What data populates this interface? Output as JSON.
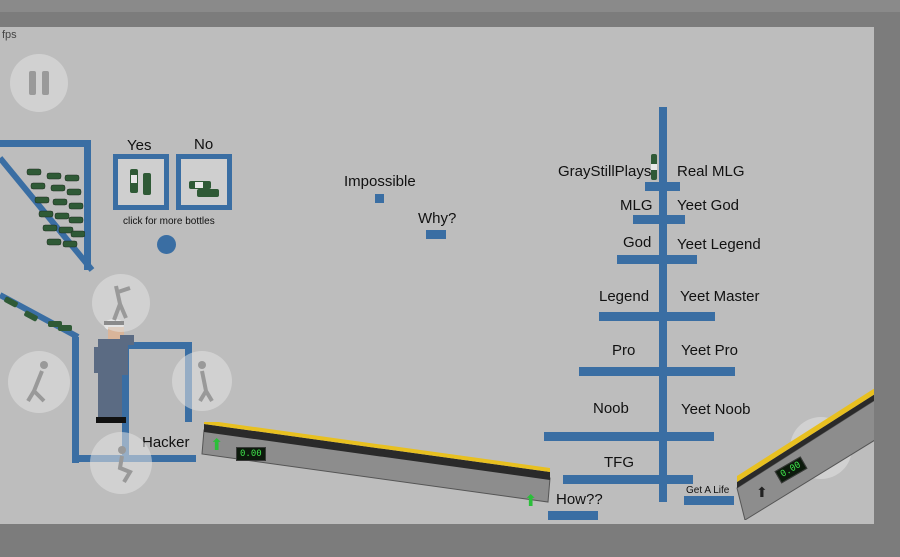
{
  "hud": {
    "fps_label": "fps",
    "pause_icon": "pause-icon",
    "bottle_prompt": "click for more bottles",
    "bottle_yes": "Yes",
    "bottle_no": "No"
  },
  "platforms": {
    "impossible": "Impossible",
    "why": "Why?",
    "hacker": "Hacker",
    "how": "How??",
    "get_a_life": "Get A Life",
    "tower_left": [
      "GrayStillPlays",
      "MLG",
      "God",
      "Legend",
      "Pro",
      "Noob",
      "TFG"
    ],
    "tower_right": [
      "Real MLG",
      "Yeet God",
      "Yeet Legend",
      "Yeet Master",
      "Yeet Pro",
      "Yeet Noob"
    ]
  },
  "conveyors": {
    "left_timer": "0.00",
    "right_timer": "0.00"
  },
  "colors": {
    "platform_blue": "#3a6ea3",
    "background_gray": "#bdbdbd",
    "timer_green": "#3ee04a",
    "hazard_yellow": "#e8c020"
  }
}
